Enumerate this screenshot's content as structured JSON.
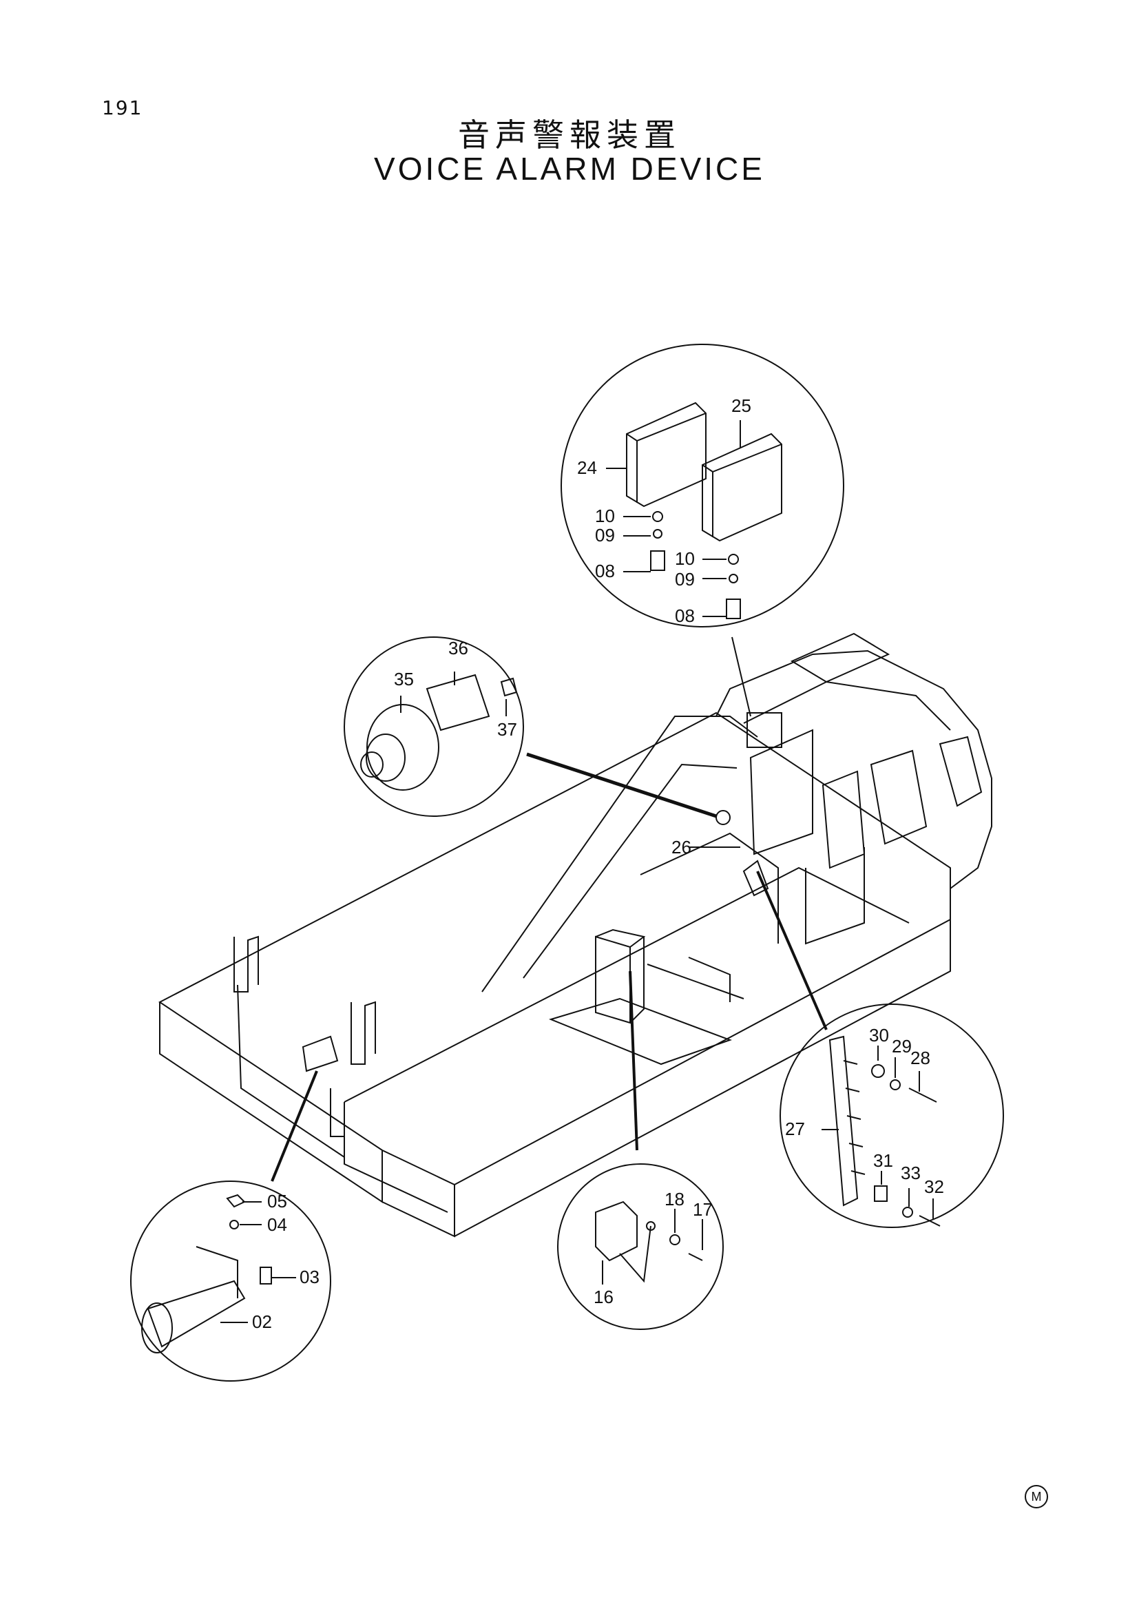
{
  "page_number": "191",
  "title_jp": "音声警報装置",
  "title_en": "VOICE ALARM DEVICE",
  "mark": "M",
  "callouts": {
    "c24": "24",
    "c25": "25",
    "c10a": "10",
    "c09a": "09",
    "c08a": "08",
    "c10b": "10",
    "c09b": "09",
    "c08b": "08",
    "c35": "35",
    "c36": "36",
    "c37": "37",
    "c26": "26",
    "c30": "30",
    "c29": "29",
    "c28": "28",
    "c27": "27",
    "c31": "31",
    "c33": "33",
    "c32": "32",
    "c18": "18",
    "c17": "17",
    "c16": "16",
    "c05": "05",
    "c04": "04",
    "c03": "03",
    "c02": "02"
  }
}
